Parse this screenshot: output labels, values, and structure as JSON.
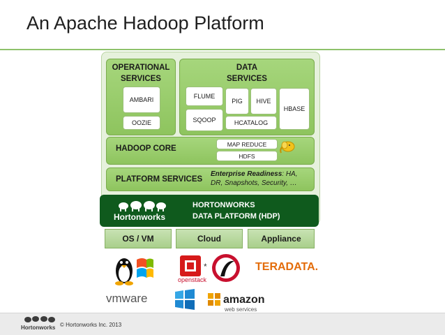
{
  "title": "An Apache Hadoop Platform",
  "operational": {
    "title_line1": "OPERATIONAL",
    "title_line2": "SERVICES",
    "items": [
      "AMBARI",
      "OOZIE"
    ]
  },
  "data_services": {
    "title_line1": "DATA",
    "title_line2": "SERVICES",
    "items": [
      "FLUME",
      "SQOOP",
      "PIG",
      "HIVE",
      "HCATALOG",
      "HBASE"
    ]
  },
  "core": {
    "title": "HADOOP CORE",
    "items": [
      "MAP REDUCE",
      "HDFS"
    ]
  },
  "platform": {
    "title": "PLATFORM SERVICES",
    "note_label": "Enterprise Readiness",
    "note_line1_rest": ": HA,",
    "note_line2": "DR, Snapshots, Security, …"
  },
  "hdp": {
    "brand": "Hortonworks",
    "line1": "HORTONWORKS",
    "line2": "DATA PLATFORM (HDP)"
  },
  "deploy": [
    "OS / VM",
    "Cloud",
    "Appliance"
  ],
  "logos": {
    "vmware": "vmware",
    "openstack": "openstack",
    "teradata": "TERADATA.",
    "amazon_line1": "amazon",
    "amazon_line2": "web services"
  },
  "footer": {
    "brand": "Hortonworks",
    "copyright": "© Hortonworks Inc. 2013"
  },
  "colors": {
    "accent_green": "#8ec45e",
    "hdp_dark_green": "#0f5a1d"
  }
}
